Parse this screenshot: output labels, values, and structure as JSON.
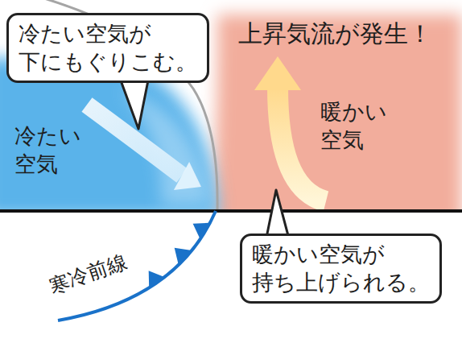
{
  "diagram": {
    "nodes": [
      {
        "text": [
          "冷たい空気が 下にもぐりこむ。"
        ]
      },
      {
        "text": [
          "冷たい 空気"
        ]
      },
      {
        "text": [
          "暖かい 空気"
        ]
      },
      {
        "text": [
          "暖かい空気が 持ち上げられる。"
        ]
      }
    ],
    "labels": [
      "上昇気流が発生！",
      "寒冷前線"
    ]
  }
}
